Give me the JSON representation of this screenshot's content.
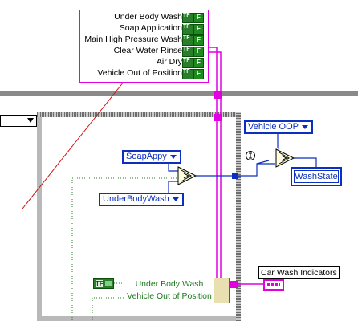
{
  "bundle": {
    "items": [
      {
        "label": "Under Body Wash",
        "term": "F"
      },
      {
        "label": "Soap Application",
        "term": "F"
      },
      {
        "label": "Main High Pressure Wash",
        "term": "F"
      },
      {
        "label": "Clear Water Rinse",
        "term": "F"
      },
      {
        "label": "Air Dry",
        "term": "F"
      },
      {
        "label": "Vehicle Out of Position",
        "term": "F"
      }
    ]
  },
  "constants": {
    "vehicle_oop": "Vehicle OOP",
    "soap_appy": "SoapAppy",
    "under_body_wash": "UnderBodyWash"
  },
  "washstate": "WashState",
  "car_wash_indicators": "Car Wash Indicators",
  "unbundle": {
    "rows": [
      "Under Body Wash",
      "Vehicle Out of Position"
    ]
  },
  "tf_constant": "TF",
  "colors": {
    "cluster_wire": "#e000e0",
    "enum_blue": "#0b2fbf",
    "boolean_green": "#2a7d2a",
    "annotation_red": "#d01010"
  }
}
